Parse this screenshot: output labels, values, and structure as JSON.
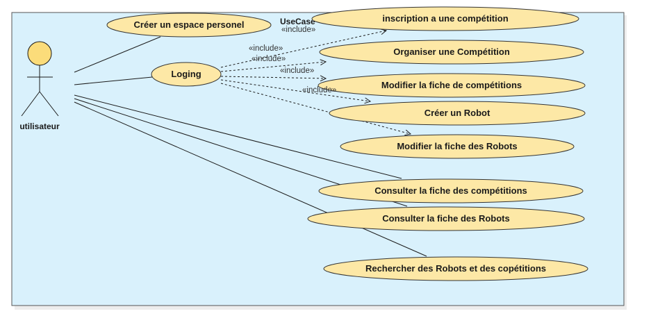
{
  "diagram": {
    "title": "UseCase",
    "colors": {
      "system_fill": "#d9f1fc",
      "system_stroke": "#555555",
      "usecase_fill": "#fde8a6",
      "usecase_stroke": "#333333",
      "actor_head_fill": "#fbdc7a",
      "line": "#1a1a1a"
    },
    "actor": {
      "name": "utilisateur"
    },
    "include_label": "«include»",
    "use_cases": [
      {
        "id": "creer-espace",
        "label": "Créer un espace personel"
      },
      {
        "id": "inscription",
        "label": "inscription a une compétition"
      },
      {
        "id": "organiser",
        "label": "Organiser une Compétition"
      },
      {
        "id": "loging",
        "label": "Loging"
      },
      {
        "id": "modifier-competitions",
        "label": "Modifier la fiche de compétitions"
      },
      {
        "id": "creer-robot",
        "label": "Créer un Robot"
      },
      {
        "id": "modifier-robots",
        "label": "Modifier la fiche des Robots"
      },
      {
        "id": "consulter-competitions",
        "label": "Consulter  la fiche des compétitions"
      },
      {
        "id": "consulter-robots",
        "label": "Consulter la fiche des Robots"
      },
      {
        "id": "rechercher",
        "label": "Rechercher des Robots et des copétitions"
      }
    ],
    "associations": [
      {
        "from": "actor",
        "to": "creer-espace"
      },
      {
        "from": "actor",
        "to": "loging"
      },
      {
        "from": "actor",
        "to": "consulter-competitions"
      },
      {
        "from": "actor",
        "to": "consulter-robots"
      },
      {
        "from": "actor",
        "to": "rechercher"
      }
    ],
    "includes": [
      {
        "from": "loging",
        "to": "inscription"
      },
      {
        "from": "loging",
        "to": "organiser"
      },
      {
        "from": "loging",
        "to": "modifier-competitions"
      },
      {
        "from": "loging",
        "to": "creer-robot"
      },
      {
        "from": "loging",
        "to": "modifier-robots"
      }
    ]
  }
}
